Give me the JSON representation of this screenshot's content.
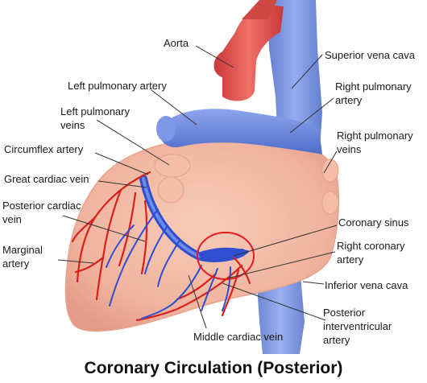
{
  "title": "Coronary Circulation (Posterior)",
  "labels": {
    "aorta": "Aorta",
    "superior_vena_cava": "Superior vena cava",
    "left_pulmonary_artery": "Left pulmonary artery",
    "right_pulmonary_artery": "Right pulmonary\nartery",
    "left_pulmonary_veins": "Left pulmonary\nveins",
    "right_pulmonary_veins": "Right pulmonary\nveins",
    "circumflex_artery": "Circumflex artery",
    "great_cardiac_vein": "Great cardiac vein",
    "posterior_cardiac_vein": "Posterior cardiac\nvein",
    "marginal_artery": "Marginal\nartery",
    "coronary_sinus": "Coronary sinus",
    "right_coronary_artery": "Right coronary\nartery",
    "inferior_vena_cava": "Inferior vena cava",
    "posterior_interventricular_artery": "Posterior\ninterventricular\nartery",
    "middle_cardiac_vein": "Middle cardiac vein"
  },
  "colors": {
    "heart_muscle": "#f2b7a2",
    "aorta_red": "#e25c55",
    "vein_blue": "#6f8fe0",
    "artery_line": "#d8201c",
    "vein_line": "#2f4fd0",
    "highlight_circle": "#e3191d",
    "leader_line": "#333333"
  }
}
